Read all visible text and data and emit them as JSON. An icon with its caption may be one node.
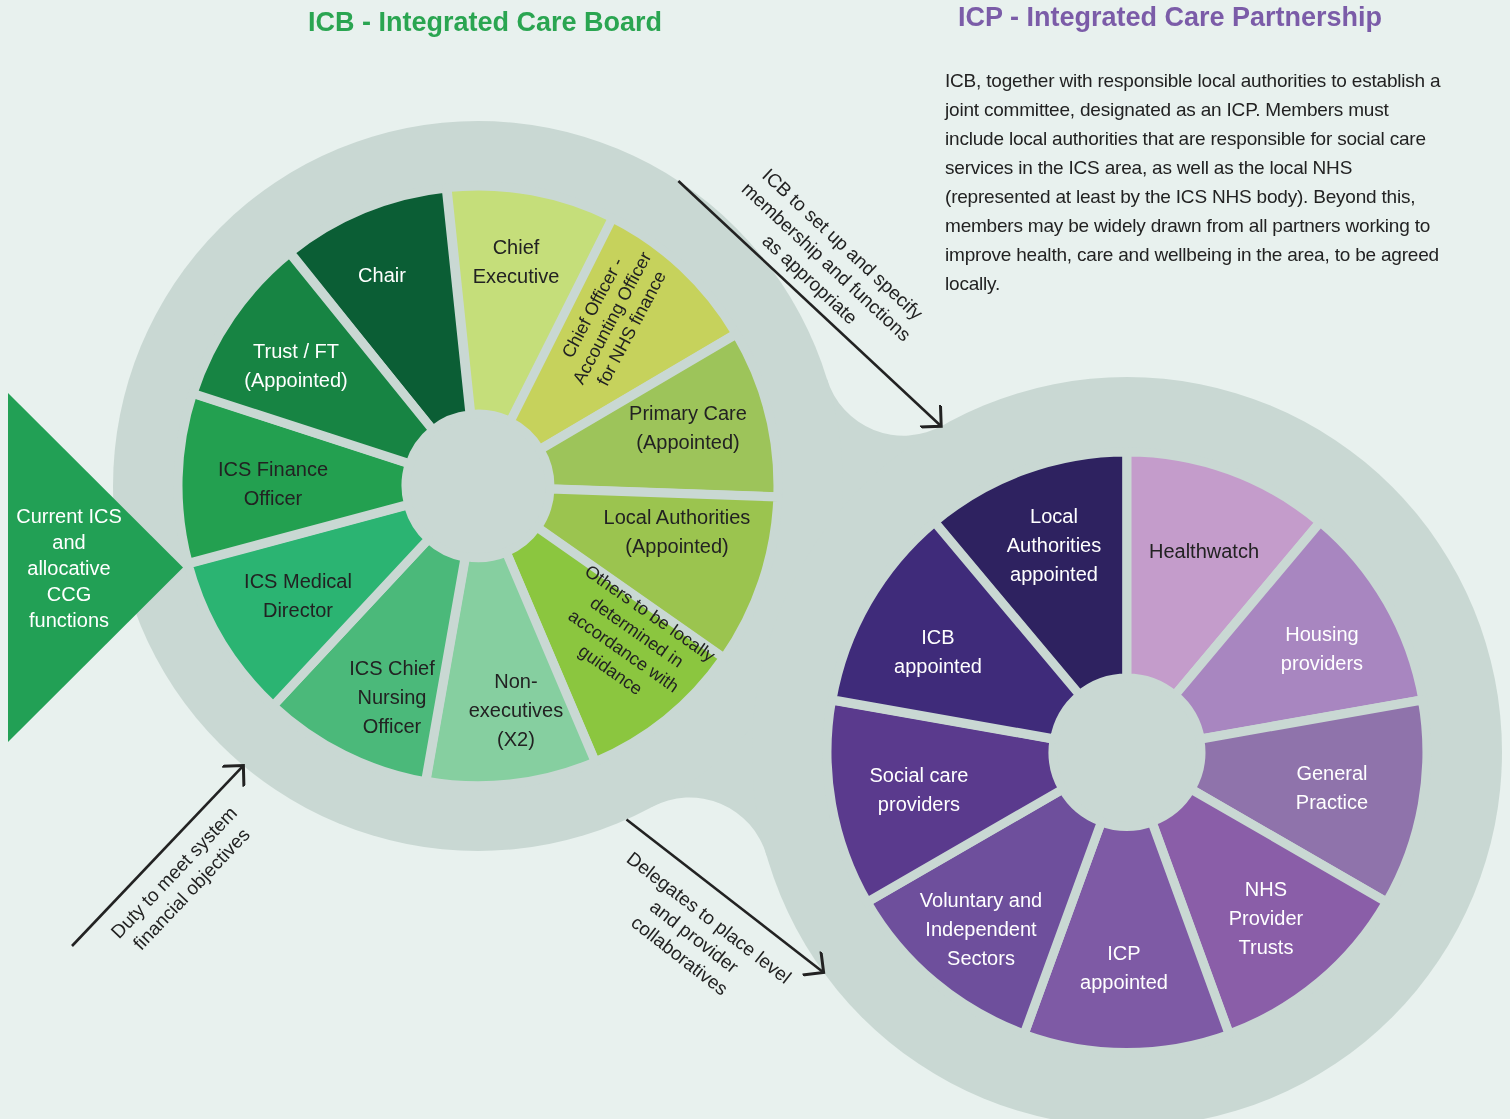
{
  "diagram": {
    "nodes": [
      {
        "text": [
          "ICB - Integrated Care Board"
        ]
      },
      {
        "text": [
          "Chair"
        ],
        "in": 0
      },
      {
        "text": [
          "Chief Executive"
        ],
        "in": 0
      },
      {
        "text": [
          "Chief Officer - Accounting Officer for NHS finance"
        ],
        "in": 0
      },
      {
        "text": [
          "Primary Care (Appointed)"
        ],
        "in": 0
      },
      {
        "text": [
          "Local Authorities (Appointed)"
        ],
        "in": 0
      },
      {
        "text": [
          "Others to be locally determined in accordance with guidance"
        ],
        "in": 0
      },
      {
        "text": [
          "Non-executives (X2)"
        ],
        "in": 0
      },
      {
        "text": [
          "ICS Chief Nursing Officer"
        ],
        "in": 0
      },
      {
        "text": [
          "ICS Medical Director"
        ],
        "in": 0
      },
      {
        "text": [
          "ICS Finance Officer"
        ],
        "in": 0
      },
      {
        "text": [
          "Trust / FT (Appointed)"
        ],
        "in": 0
      },
      {
        "text": [
          "Current ICS and allocative CCG functions"
        ]
      },
      {
        "text": [],
        "shape": "circle"
      },
      {
        "text": [
          "Local Authorities appointed"
        ],
        "in": 13
      },
      {
        "text": [
          "Healthwatch"
        ],
        "in": 13
      },
      {
        "text": [
          "Housing providers"
        ],
        "in": 13
      },
      {
        "text": [
          "General Practice"
        ],
        "in": 13
      },
      {
        "text": [
          "NHS Provider Trusts"
        ],
        "in": 13
      },
      {
        "text": [
          "ICP appointed"
        ],
        "in": 13
      },
      {
        "text": [
          "Voluntary and Independent Sectors"
        ],
        "in": 13
      },
      {
        "text": [
          "Social care providers"
        ],
        "in": 13
      },
      {
        "text": [
          "ICB appointed"
        ],
        "in": 13
      }
    ],
    "edges": [
      {
        "from": 0,
        "to": 13,
        "arrow": "to",
        "label": "ICB to set up and specify membership and functions as appropriate"
      },
      {
        "from": 0,
        "to": 13,
        "arrow": "to",
        "label": "Delegates to place level and provider collaboratives"
      },
      {
        "from": null,
        "to": 0,
        "arrow": "to",
        "label": "Duty to meet system financial objectives"
      }
    ],
    "labels": [
      "ICP - Integrated Care Partnership",
      "ICB, together with responsible local authorities to establish a joint committee, designated as an ICP. Members must include local authorities that are responsible for social care services in the ICS area, as well as the local NHS (represented at least by the ICS NHS body). Beyond this, members may be widely drawn from all partners working to improve health, care and wellbeing in the area, to be agreed locally."
    ]
  }
}
